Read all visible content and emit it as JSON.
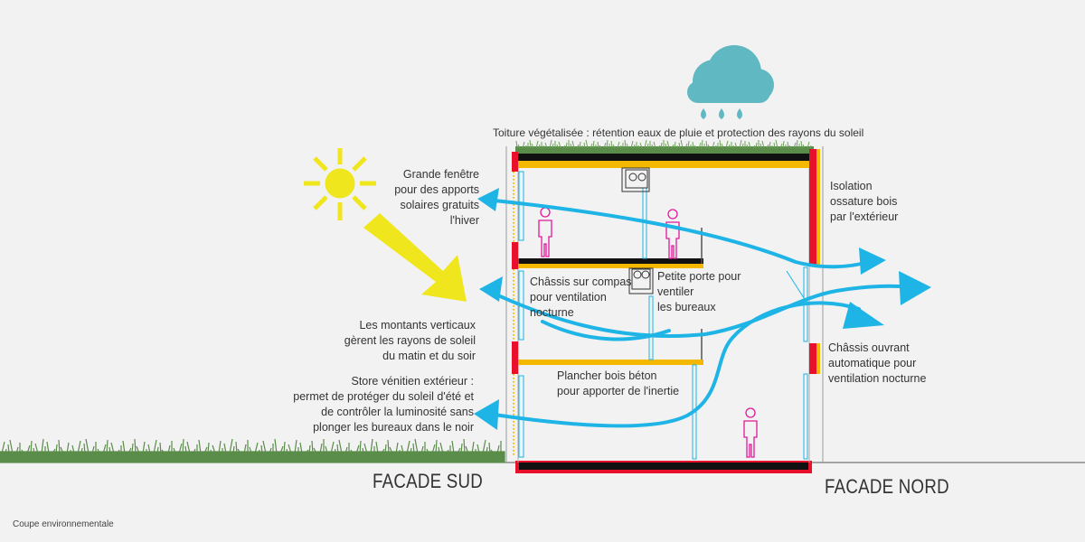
{
  "labels": {
    "roof": "Toiture végétalisée : rétention eaux de pluie et protection des rayons du soleil",
    "window": "Grande fenêtre\npour des apports\nsolaires gratuits\nl'hiver",
    "uprights": "Les montants verticaux\ngèrent les rayons de soleil\ndu matin et du soir",
    "blind": "Store vénitien extérieur :\npermet de protéger du soleil d'été et\nde contrôler la luminosité sans\nplonger les bureaux dans le noir",
    "isolation": "Isolation\nossature bois\npar l'extérieur",
    "chassis_compas": "Châssis sur compas\npour ventilation\nnocturne",
    "petite_porte": "Petite porte pour\nventiler\nles bureaux",
    "plancher": "Plancher bois béton\npour apporter de l'inertie",
    "chassis_ouvrant": "Châssis ouvrant\nautomatique pour\nventilation nocturne"
  },
  "facade_sud": "FACADE SUD",
  "facade_nord": "FACADE NORD",
  "caption": "Coupe environnementale",
  "colors": {
    "background": "#f2f2f2",
    "sun": "#f0e61e",
    "arrow": "#1eb4e6",
    "cloud": "#5fb8c2",
    "grass": "#5a8c4a",
    "beam_yellow": "#f5b800",
    "wall_red": "#e8102a",
    "person": "#e0189a"
  }
}
